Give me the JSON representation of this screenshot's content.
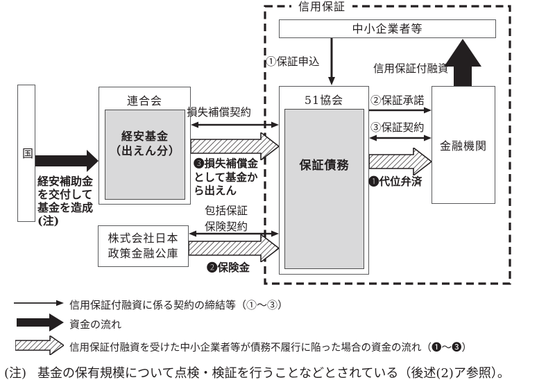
{
  "frame": {
    "title": "信用保証"
  },
  "boxes": {
    "sme": "中小企業者等",
    "country": "国",
    "federation": "連合会",
    "fund_line1": "経安基金",
    "fund_line2": "（出えん分）",
    "association": "51協会",
    "obligation": "保証債務",
    "financial": "金融機関",
    "jfc_line1": "株式会社日本",
    "jfc_line2": "政策金融公庫"
  },
  "labels": {
    "apply": "①保証申込",
    "loan": "信用保証付融資",
    "approval": "②保証承諾",
    "contract": "③保証契約",
    "subrogation": "❶代位弁済",
    "loss_contract": "損失補償契約",
    "loss_pay_l1": "❸損失補償金",
    "loss_pay_l2": "として基金か",
    "loss_pay_l3": "ら出えん",
    "insurance_l1": "包括保証",
    "insurance_l2": "保険契約",
    "insurance_pay": "❷保険金",
    "subsidy_l1": "経安補助金",
    "subsidy_l2": "を交付して",
    "subsidy_l3": "基金を造成",
    "subsidy_l4": "(注)"
  },
  "legend": {
    "items": [
      {
        "icon": "thin-arrow-icon",
        "label": "信用保証付融資に係る契約の締結等（①～③）"
      },
      {
        "icon": "thick-arrow-icon",
        "label": "資金の流れ"
      },
      {
        "icon": "hatched-arrow-icon",
        "label": "信用保証付融資を受けた中小企業者等が債務不履行に陥った場合の資金の流れ（❶～❸）"
      }
    ]
  },
  "note": {
    "marker": "(注)",
    "text": "基金の保有規模について点検・検証を行うことなどとされている（後述(2)ア参照）。"
  },
  "colors": {
    "ink": "#231f20",
    "box_fill": "#d9d9da",
    "border": "#58595b"
  }
}
